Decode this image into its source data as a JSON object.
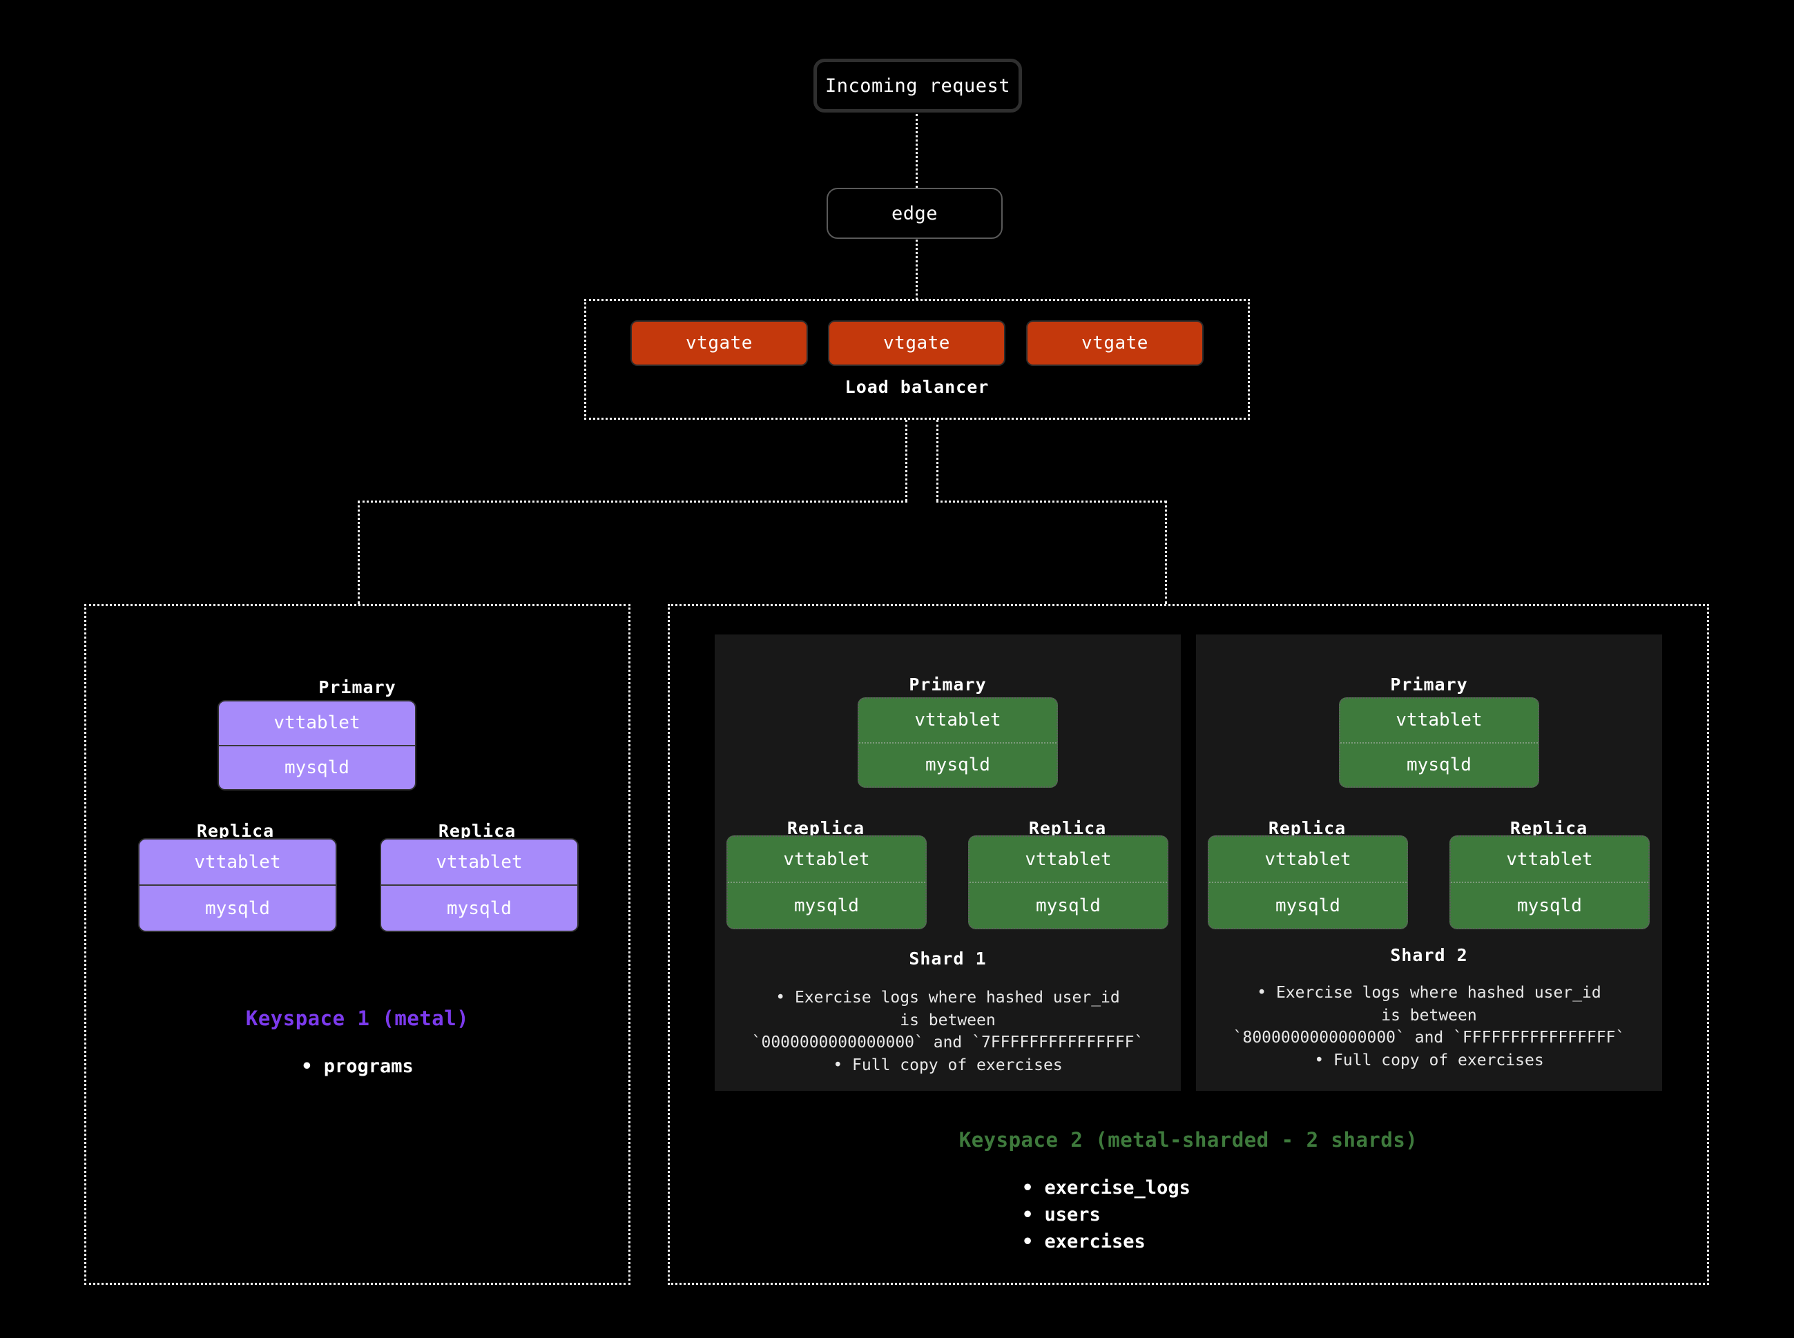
{
  "diagram": {
    "entry": {
      "incoming_request": "Incoming request",
      "edge": "edge"
    },
    "load_balancer": {
      "label": "Load balancer",
      "nodes": [
        "vtgate",
        "vtgate",
        "vtgate"
      ]
    },
    "roles": {
      "primary": "Primary",
      "replica": "Replica"
    },
    "tablet_parts": {
      "vttablet": "vttablet",
      "mysqld": "mysqld"
    },
    "keyspace1": {
      "title": "Keyspace 1 (metal)",
      "color": "#7c3aed",
      "tablet_color": "#a78bfa",
      "tables": [
        "• programs"
      ]
    },
    "keyspace2": {
      "title": "Keyspace 2 (metal-sharded - 2 shards)",
      "color": "#3e7a3c",
      "tablet_color": "#3e7a3c",
      "tables": [
        "• exercise_logs",
        "• users",
        "• exercises"
      ],
      "shards": [
        {
          "title": "Shard 1",
          "notes": [
            "• Exercise logs where hashed user_id",
            "is between",
            "`0000000000000000` and `7FFFFFFFFFFFFFFF`",
            "• Full copy of exercises"
          ]
        },
        {
          "title": "Shard 2",
          "notes": [
            "• Exercise logs where hashed user_id",
            "is between",
            "`8000000000000000` and `FFFFFFFFFFFFFFFF`",
            "• Full copy of exercises"
          ]
        }
      ]
    }
  }
}
